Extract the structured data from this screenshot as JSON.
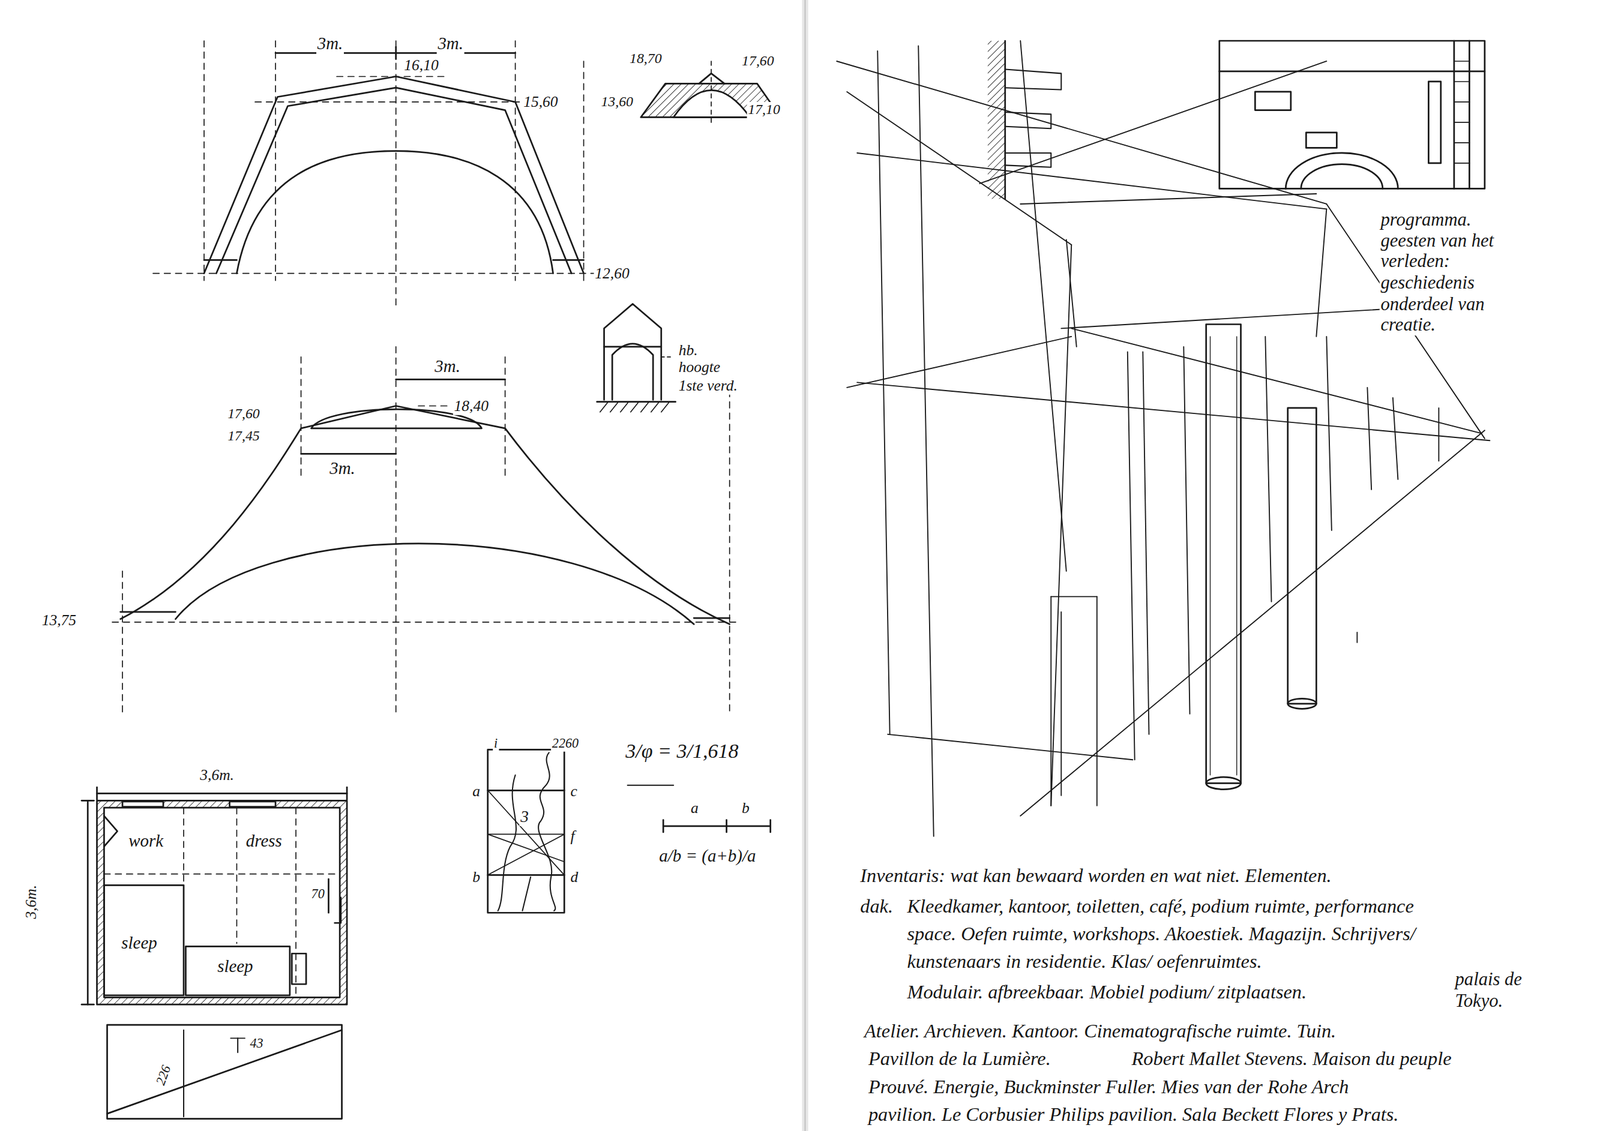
{
  "diagram": {
    "labels": [
      "3m.",
      "3m.",
      "16,10",
      "18,70",
      "17,60",
      "13,60",
      "17,10",
      "15,60",
      "12,60",
      "3m.",
      "17,60",
      "17,45",
      "18,40",
      "3m.",
      "13,75",
      "hb. hoogte 1ste verd.",
      "2260",
      "i",
      "a",
      "c",
      "3",
      "f",
      "b",
      "d",
      "3/φ = 3/1,618",
      "a",
      "b",
      "a/b = (a+b)/a",
      "3,6m.",
      "3,6m.",
      "work",
      "dress",
      "sleep",
      "sleep",
      "70",
      "43",
      "226",
      "programma. geesten van het verleden: geschiedenis onderdeel van creatie.",
      "Inventaris: wat kan bewaard worden en wat niet. Elementen.",
      "dak.",
      "Kleedkamer, kantoor, toiletten, café, podium ruimte, performance",
      "space. Oefen ruimte, workshops. Akoestiek. Magazijn. Schrijvers/",
      "kunstenaars in residentie. Klas/ oefenruimtes.",
      "Modulair. afbreekbaar. Mobiel podium/ zitplaatsen.",
      "palais de Tokyo.",
      "Atelier. Archieven. Kantoor. Cinematografische ruimte. Tuin.",
      "Pavillon de la Lumière.",
      "Robert Mallet Stevens. Maison du peuple",
      "Prouvé. Energie, Buckminster Fuller. Mies van der Rohe Arch",
      "pavilion. Le Corbusier Philips pavilion. Sala Beckett Flores y Prats."
    ]
  }
}
